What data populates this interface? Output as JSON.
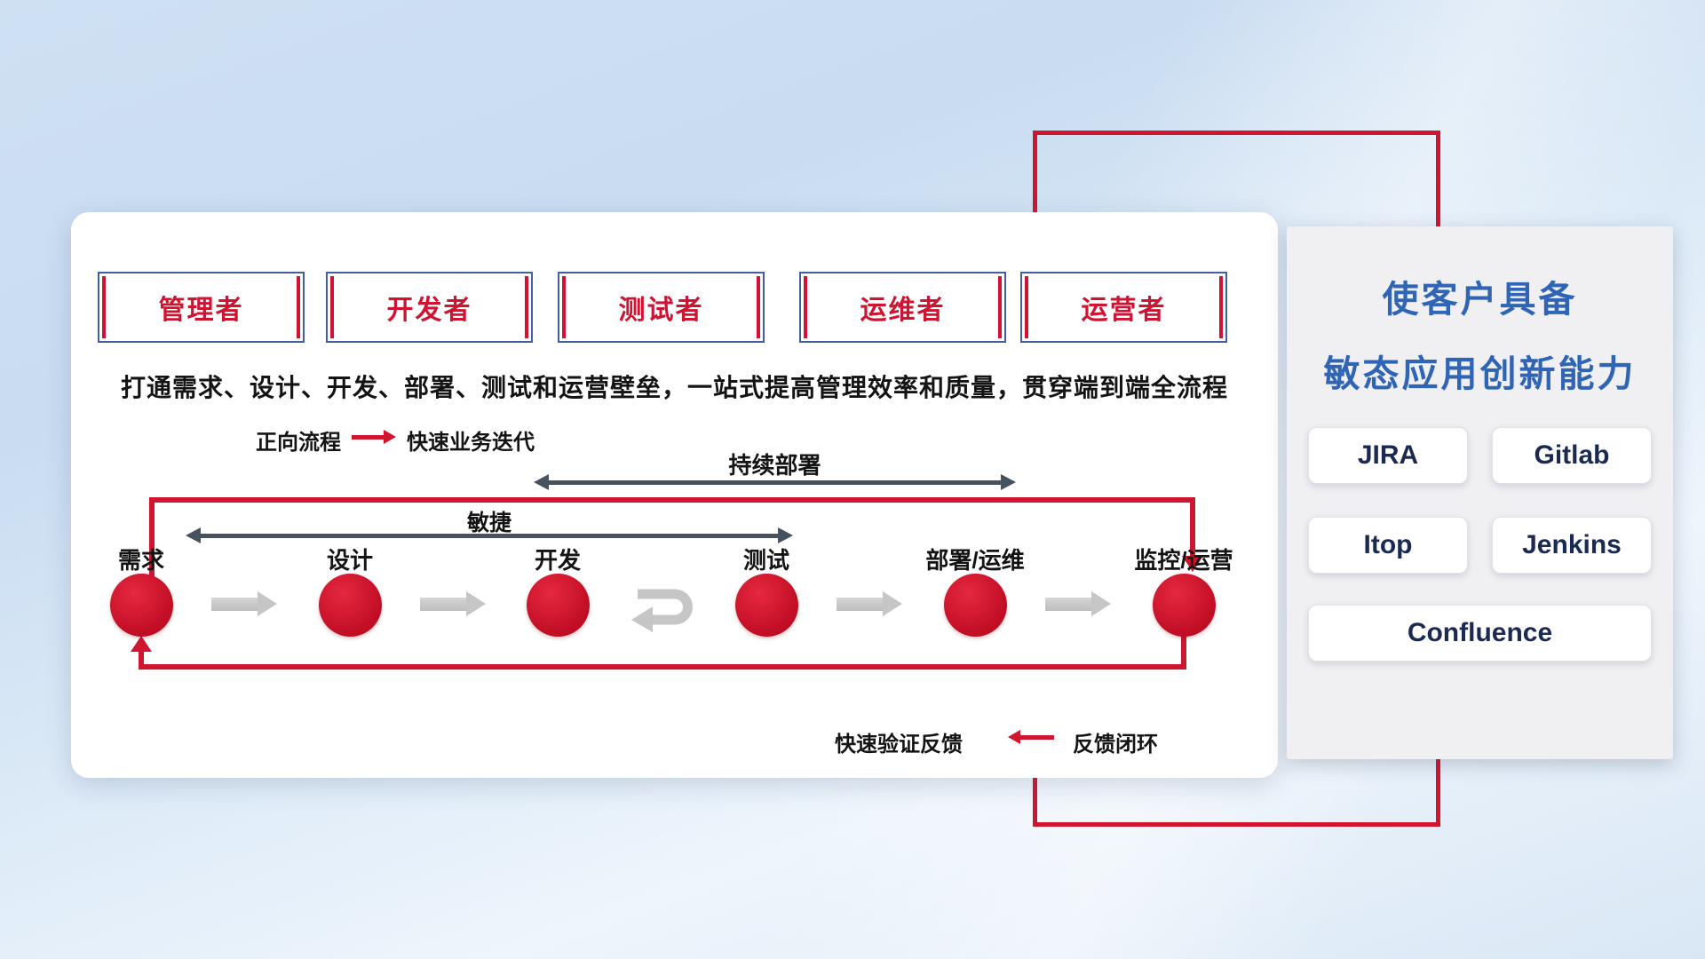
{
  "roles": [
    "管理者",
    "开发者",
    "测试者",
    "运维者",
    "运营者"
  ],
  "subtitle": "打通需求、设计、开发、部署、测试和运营壁垒，一站式提高管理效率和质量，贯穿端到端全流程",
  "legend": {
    "forward_label": "正向流程",
    "forward_desc": "快速业务迭代",
    "feedback_desc": "快速验证反馈",
    "feedback_label": "反馈闭环"
  },
  "flow": {
    "nodes": [
      "需求",
      "设计",
      "开发",
      "测试",
      "部署/运维",
      "监控/运营"
    ],
    "agile_label": "敏捷",
    "cd_label": "持续部署"
  },
  "right_panel": {
    "title_line1": "使客户具备",
    "title_line2": "敏态应用创新能力",
    "tools": [
      "JIRA",
      "Gitlab",
      "Itop",
      "Jenkins",
      "Confluence"
    ]
  },
  "colors": {
    "red": "#d0152f",
    "role_red": "#cf1330",
    "title_blue": "#2f65b4",
    "dark_arrow": "#47525f",
    "gray_arrow": "#c6c6c6",
    "button_text": "#1b2a52"
  }
}
